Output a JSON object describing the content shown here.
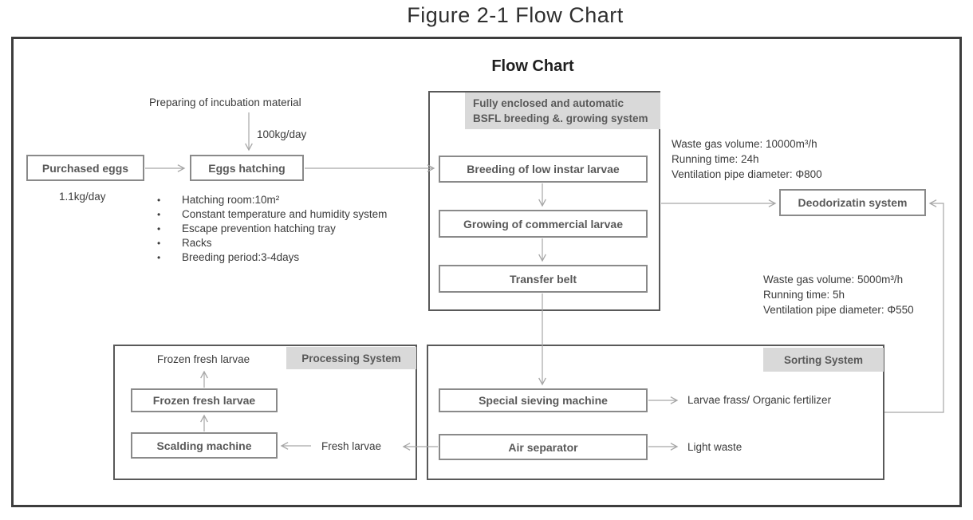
{
  "title": {
    "figure": "Figure 2-1 Flow Chart",
    "heading": "Flow Chart"
  },
  "nodes": {
    "purchased_eggs": "Purchased eggs",
    "eggs_hatching": "Eggs hatching",
    "breeding_low_instar": "Breeding of low instar larvae",
    "growing_commercial": "Growing of commercial larvae",
    "transfer_belt": "Transfer belt",
    "deodorization_system": "Deodorizatin system",
    "special_sieving_machine": "Special sieving machine",
    "air_separator": "Air separator",
    "frozen_fresh_larvae": "Frozen fresh larvae",
    "scalding_machine": "Scalding machine"
  },
  "groups": {
    "bsfl_label_line1": "Fully enclosed and automatic",
    "bsfl_label_line2": "BSFL breeding &. growing system",
    "processing_label": "Processing System",
    "sorting_label": "Sorting System"
  },
  "annotations": {
    "preparing_material": "Preparing of incubation material",
    "prep_rate": "100kg/day",
    "purchase_rate": "1.1kg/day",
    "frozen_fresh_larvae_out": "Frozen fresh larvae",
    "fresh_larvae": "Fresh larvae",
    "larvae_frass": "Larvae frass/ Organic fertilizer",
    "light_waste": "Light waste"
  },
  "hatching_notes": [
    "Hatching room:10m²",
    "Constant temperature and humidity system",
    "Escape prevention hatching tray",
    "Racks",
    "Breeding period:3-4days"
  ],
  "deodorization_specs": [
    "Waste gas volume: 10000m³/h",
    "Running time: 24h",
    "Ventilation pipe diameter: Φ800"
  ],
  "sorting_specs": [
    "Waste gas volume: 5000m³/h",
    "Running time: 5h",
    "Ventilation pipe diameter: Φ550"
  ],
  "colors": {
    "frame_border": "#3d3d3d",
    "group_border": "#595959",
    "node_border": "#8a8a8a",
    "label_background": "#d9d9d9",
    "node_text": "#595959",
    "body_text": "#3b3b3b",
    "connector": "#a6a6a6"
  }
}
